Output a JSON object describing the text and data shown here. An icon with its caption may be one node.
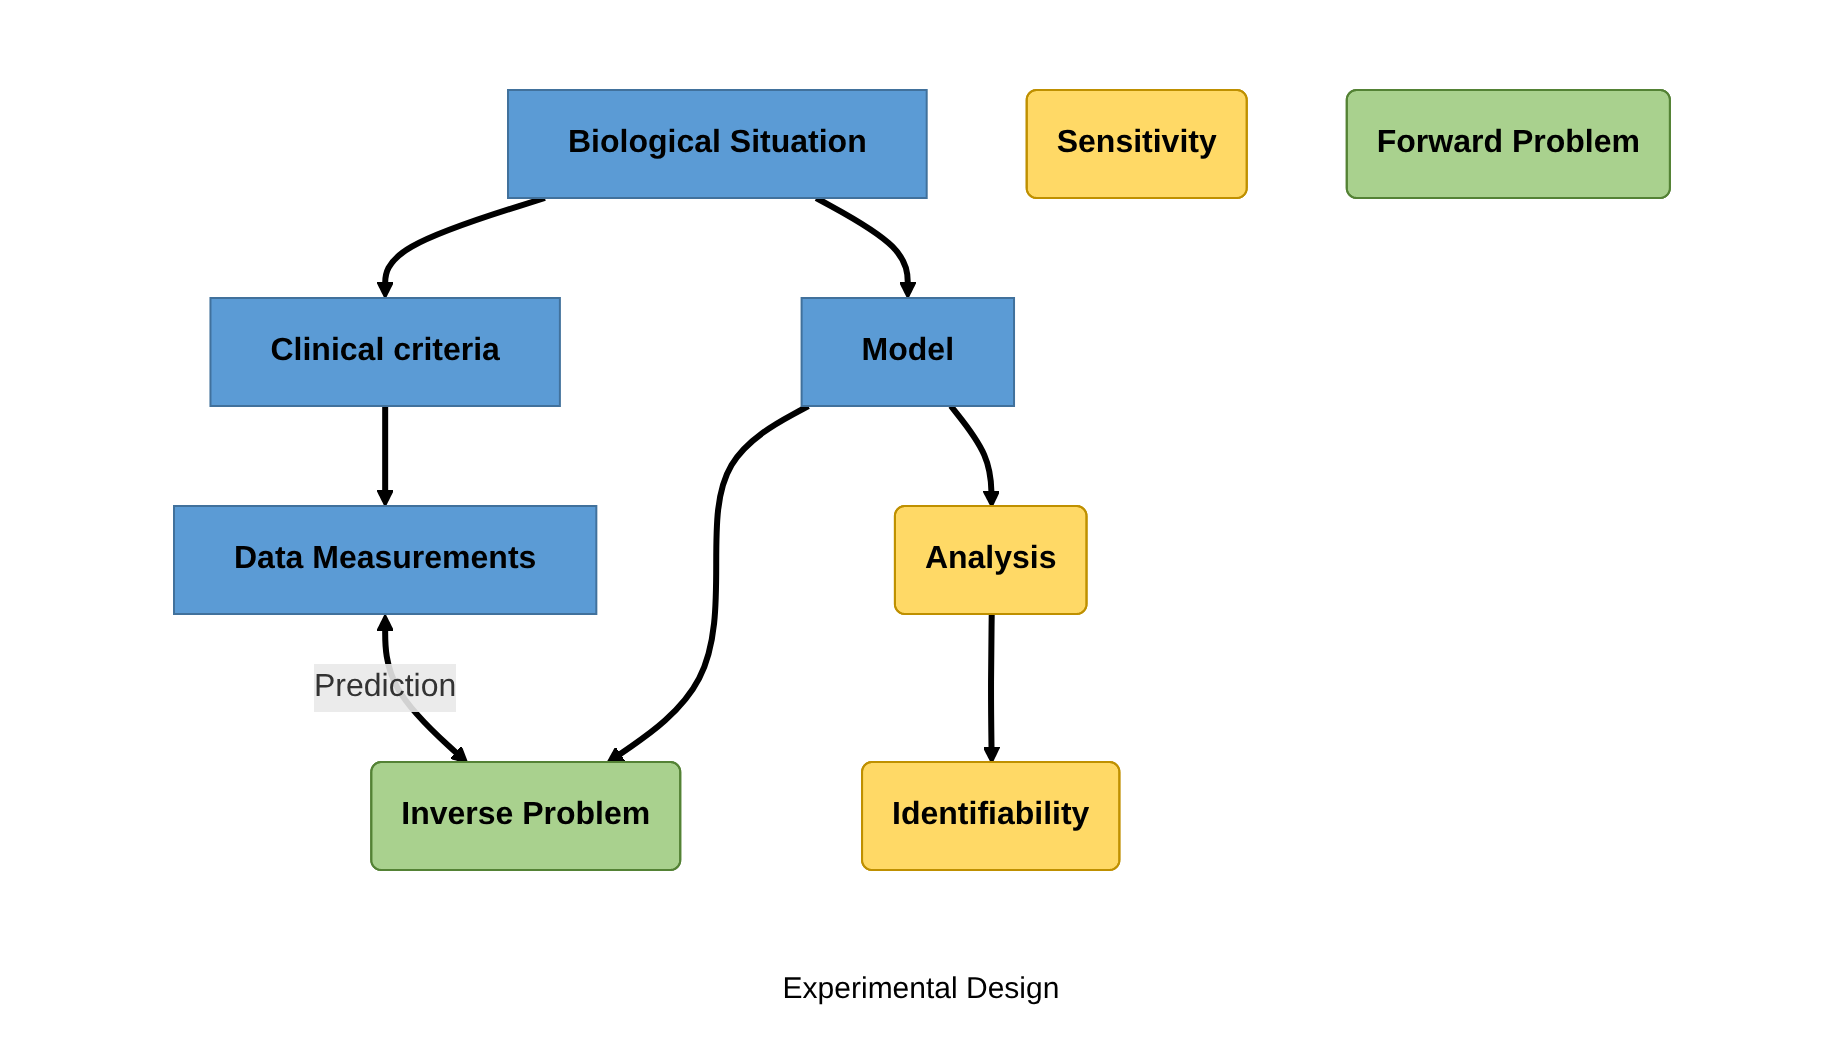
{
  "diagram": {
    "nodes": [
      {
        "text": [
          "Biological Situation"
        ]
      },
      {
        "text": [
          "Model"
        ]
      },
      {
        "text": [
          "Inverse Problem"
        ]
      },
      {
        "text": [
          "Analysis"
        ]
      },
      {
        "text": [
          "Identifiability"
        ]
      },
      {
        "text": [
          "Sensitivity"
        ]
      },
      {
        "text": [
          "Forward Problem"
        ]
      },
      {
        "text": [
          "Clinical criteria"
        ]
      },
      {
        "text": [
          "Data Measurements"
        ]
      }
    ],
    "edges": [
      {
        "from": 0,
        "to": 1,
        "arrow": "to"
      },
      {
        "from": 1,
        "to": 2,
        "arrow": "to"
      },
      {
        "from": 1,
        "to": 3,
        "arrow": "to"
      },
      {
        "from": 3,
        "to": 4,
        "arrow": "to"
      },
      {
        "from": 0,
        "to": 7,
        "arrow": "to"
      },
      {
        "from": 7,
        "to": 8,
        "arrow": "to"
      },
      {
        "from": 8,
        "to": 2,
        "arrow": "both",
        "label": "Prediction"
      }
    ],
    "labels": [
      "Experimental Design"
    ]
  }
}
